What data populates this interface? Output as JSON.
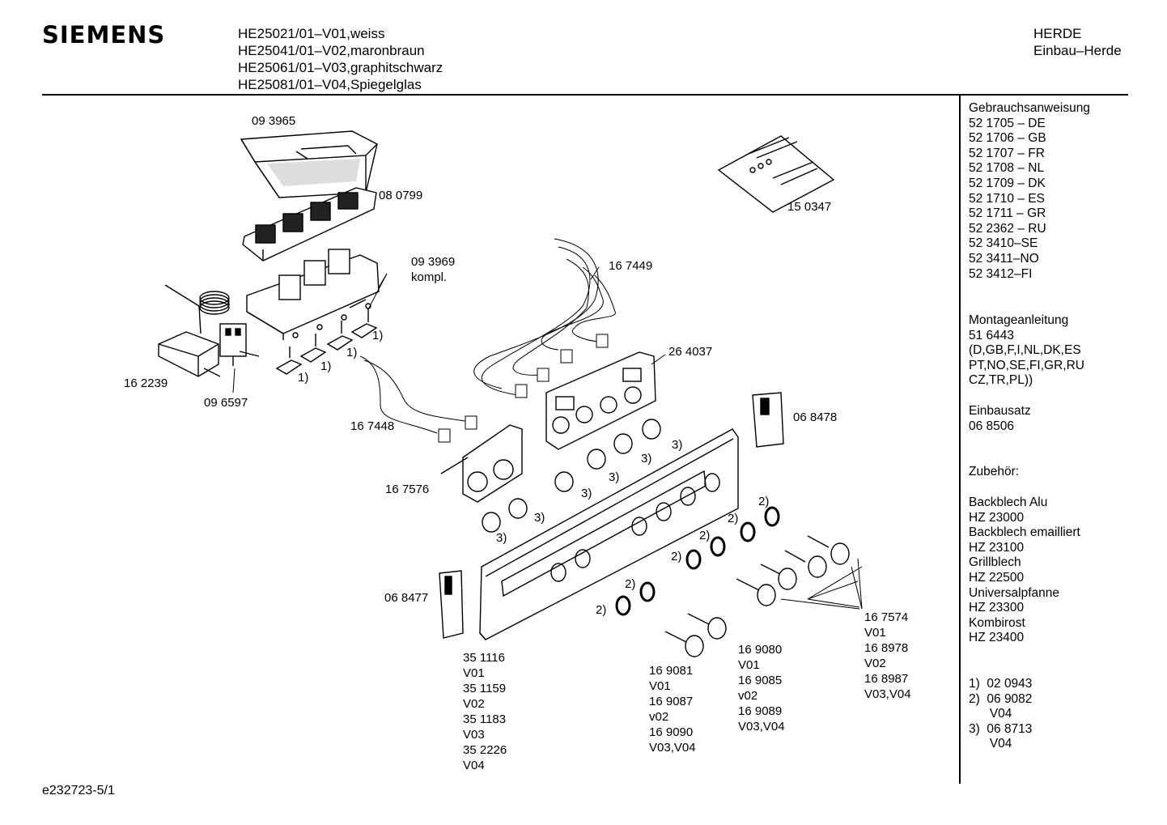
{
  "brand": "SIEMENS",
  "models": [
    "HE25021/01–V01,weiss",
    "HE25041/01–V02,maronbraun",
    "HE25061/01–V03,graphitschwarz",
    "HE25081/01–V04,Spiegelglas"
  ],
  "category": [
    "HERDE",
    "Einbau–Herde"
  ],
  "footer_code": "e232723-5/1",
  "parts": {
    "p093965": "09 3965",
    "p080799": "08 0799",
    "p093969": "09 3969",
    "kompl": "kompl.",
    "p167449": "16 7449",
    "p150347": "15 0347",
    "p162239": "16 2239",
    "p096597": "09 6597",
    "p167448": "16 7448",
    "p264037": "26 4037",
    "p068478": "06 8478",
    "p167576": "16 7576",
    "p068477": "06 8477",
    "panel_list": [
      "35 1116",
      "V01",
      "35 1159",
      "V02",
      "35 1183",
      "V03",
      "35 2226",
      "V04"
    ],
    "knob_a_list": [
      "16 9081",
      "V01",
      "16 9087",
      "v02",
      "16 9090",
      "V03,V04"
    ],
    "knob_b_list": [
      "16 9080",
      "V01",
      "16 9085",
      "v02",
      "16 9089",
      "V03,V04"
    ],
    "knob_c_list": [
      "16 7574",
      "V01",
      "16 8978",
      "V02",
      "16 8987",
      "V03,V04"
    ],
    "ref1": "1)",
    "ref2": "2)",
    "ref3": "3)"
  },
  "sidebar": {
    "manual_title": "Gebrauchsanweisung",
    "manual_list": [
      "52 1705 – DE",
      "52 1706 – GB",
      "52 1707 – FR",
      "52 1708 – NL",
      "52 1709 – DK",
      "52 1710 – ES",
      "52 1711 – GR",
      "52 2362 – RU",
      "52 3410–SE",
      "52 3411–NO",
      "52 3412–FI"
    ],
    "mount_title": "Montageanleitung",
    "mount_list": [
      "51 6443",
      "(D,GB,F,I,NL,DK,ES",
      "PT,NO,SE,FI,GR,RU",
      "CZ,TR,PL))"
    ],
    "kit_title": "Einbausatz",
    "kit_code": "06 8506",
    "acc_title": "Zubehör:",
    "acc_list": [
      "Backblech Alu",
      "HZ 23000",
      "Backblech emailliert",
      "HZ 23100",
      "Grillblech",
      "HZ 22500",
      "Universalpfanne",
      "HZ 23300",
      "Kombirost",
      "HZ 23400"
    ],
    "notes_list": [
      "1)  02 0943",
      "2)  06 9082",
      "      V04",
      "3)  06 8713",
      "      V04"
    ]
  }
}
